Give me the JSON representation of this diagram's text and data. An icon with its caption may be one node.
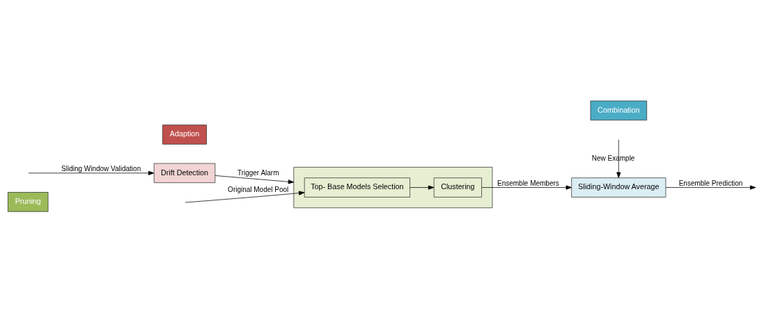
{
  "diagram": {
    "nodes": [
      {
        "text": [
          "Pruning"
        ]
      },
      {
        "text": [],
        "shape": "box"
      },
      {
        "text": [
          "Top- Base Models Selection"
        ],
        "in": 1
      },
      {
        "text": [
          "Clustering"
        ],
        "in": 1
      },
      {
        "text": [
          "Combination"
        ]
      },
      {
        "text": [
          "Sliding-Window Average"
        ]
      },
      {
        "text": [
          "Drift Detection"
        ]
      },
      {
        "text": [
          "Adaption"
        ]
      }
    ],
    "edges": [
      {
        "from": null,
        "to": 2,
        "arrow": "to",
        "label": "Original Model Pool"
      },
      {
        "from": 2,
        "to": 3,
        "arrow": "to"
      },
      {
        "from": 3,
        "to": 5,
        "arrow": "to",
        "label": "Ensemble Members"
      },
      {
        "from": 5,
        "to": null,
        "arrow": "to",
        "label": "Ensemble Prediction"
      },
      {
        "from": 6,
        "to": 1,
        "arrow": "to",
        "label": "Trigger Alarm"
      },
      {
        "from": null,
        "to": 6,
        "arrow": "to",
        "label": "Sliding Window Validation"
      },
      {
        "from": null,
        "to": 5,
        "arrow": "to",
        "label": "New Example"
      }
    ]
  }
}
